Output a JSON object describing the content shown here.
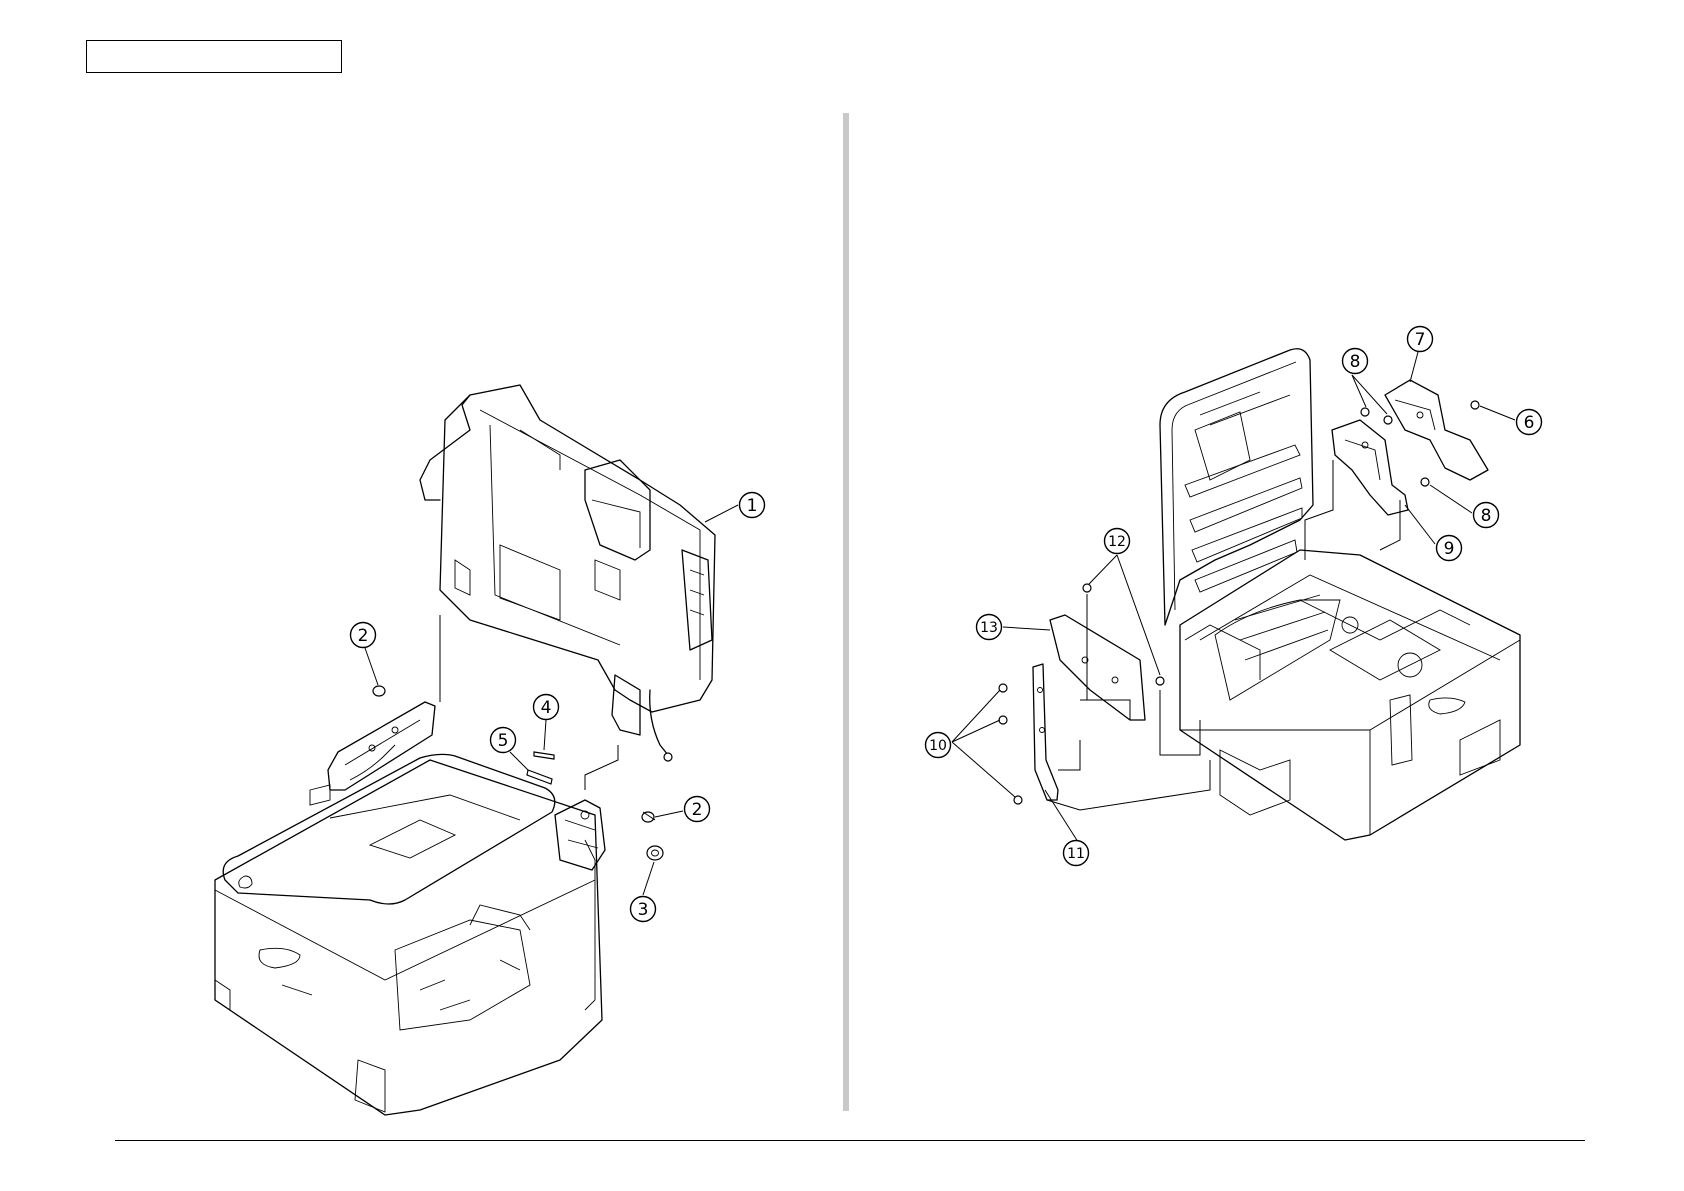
{
  "header": {
    "box_text": ""
  },
  "left_view": {
    "callouts": [
      {
        "id": "1",
        "label": "1"
      },
      {
        "id": "2a",
        "label": "2"
      },
      {
        "id": "2b",
        "label": "2"
      },
      {
        "id": "3",
        "label": "3"
      },
      {
        "id": "4",
        "label": "4"
      },
      {
        "id": "5",
        "label": "5"
      }
    ]
  },
  "right_view": {
    "callouts": [
      {
        "id": "6",
        "label": "6"
      },
      {
        "id": "7",
        "label": "7"
      },
      {
        "id": "8a",
        "label": "8"
      },
      {
        "id": "8b",
        "label": "8"
      },
      {
        "id": "9",
        "label": "9"
      },
      {
        "id": "10",
        "label": "10"
      },
      {
        "id": "11",
        "label": "11"
      },
      {
        "id": "12",
        "label": "12"
      },
      {
        "id": "13",
        "label": "13"
      }
    ]
  },
  "colors": {
    "line": "#000000",
    "divider": "#c8c8c8",
    "background": "#ffffff"
  }
}
